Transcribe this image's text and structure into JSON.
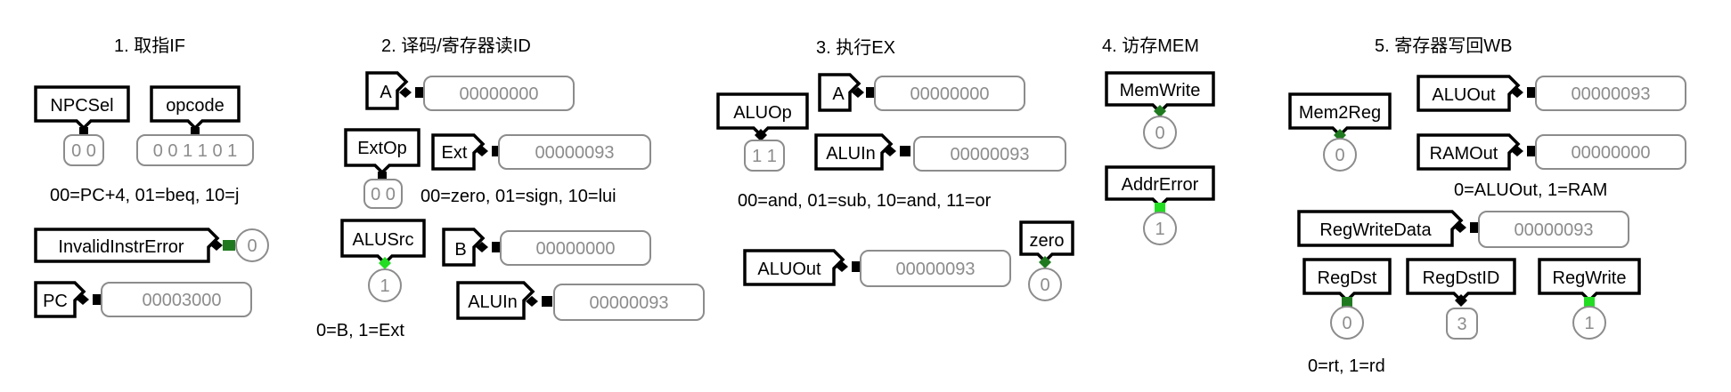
{
  "colors": {
    "stroke": "#000000",
    "probe_border": "#8c8c8c",
    "probe_text": "#8c8c8c",
    "led_dark_green": "#1f7a1f",
    "led_bright_green": "#22dd22",
    "led_black": "#000000"
  },
  "stages": {
    "if": {
      "title": "1. 取指IF"
    },
    "id": {
      "title": "2. 译码/寄存器读ID"
    },
    "ex": {
      "title": "3. 执行EX"
    },
    "mem": {
      "title": "4. 访存MEM"
    },
    "wb": {
      "title": "5. 寄存器写回WB"
    }
  },
  "notes": {
    "npcsel": "00=PC+4, 01=beq, 10=j",
    "extop": "00=zero, 01=sign, 10=lui",
    "alusrc": "0=B, 1=Ext",
    "aluop": "00=and, 01=sub, 10=and, 11=or",
    "mem2reg": "0=ALUOut, 1=RAM",
    "regdst": "0=rt, 1=rd"
  },
  "tunnels": {
    "npcsel": {
      "label": "NPCSel"
    },
    "opcode": {
      "label": "opcode"
    },
    "invalid": {
      "label": "InvalidInstrError"
    },
    "pc": {
      "label": "PC"
    },
    "id_a": {
      "label": "A"
    },
    "extop": {
      "label": "ExtOp"
    },
    "ext": {
      "label": "Ext"
    },
    "alusrc": {
      "label": "ALUSrc"
    },
    "id_b": {
      "label": "B"
    },
    "id_aluin": {
      "label": "ALUIn"
    },
    "aluop": {
      "label": "ALUOp"
    },
    "ex_a": {
      "label": "A"
    },
    "ex_aluin": {
      "label": "ALUIn"
    },
    "ex_aluout": {
      "label": "ALUOut"
    },
    "zero": {
      "label": "zero"
    },
    "memwrite": {
      "label": "MemWrite"
    },
    "addrerror": {
      "label": "AddrError"
    },
    "mem2reg": {
      "label": "Mem2Reg"
    },
    "wb_aluout": {
      "label": "ALUOut"
    },
    "ramout": {
      "label": "RAMOut"
    },
    "regwritedata": {
      "label": "RegWriteData"
    },
    "regdst": {
      "label": "RegDst"
    },
    "regdstid": {
      "label": "RegDstID"
    },
    "regwrite": {
      "label": "RegWrite"
    }
  },
  "values": {
    "npcsel": "0 0",
    "opcode": "0 0 1 1 0 1",
    "invalid": "0",
    "pc": "00003000",
    "id_a": "00000000",
    "extop": "0 0",
    "ext": "00000093",
    "alusrc": "1",
    "id_b": "00000000",
    "id_aluin": "00000093",
    "aluop": "1 1",
    "ex_a": "00000000",
    "ex_aluin": "00000093",
    "ex_aluout": "00000093",
    "zero": "0",
    "memwrite": "0",
    "addrerror": "1",
    "mem2reg": "0",
    "wb_aluout": "00000093",
    "ramout": "00000000",
    "regwritedata": "00000093",
    "regdst": "0",
    "regdstid": "3",
    "regwrite": "1"
  }
}
